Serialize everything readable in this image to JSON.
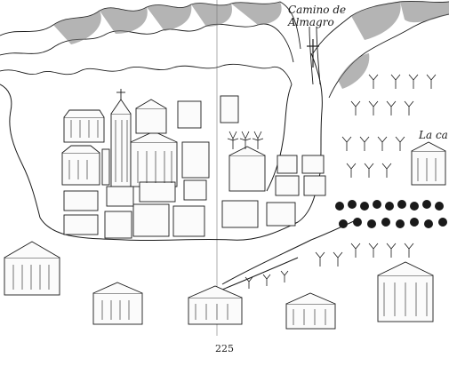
{
  "map": {
    "labels": {
      "road_line1": "Camino de",
      "road_line2": "Almagro",
      "right_edge": "La ca"
    },
    "page_number": "225",
    "ink_color": "#1a1a1a",
    "paper_color": "#ffffff",
    "mountain_shade": "#777777"
  }
}
